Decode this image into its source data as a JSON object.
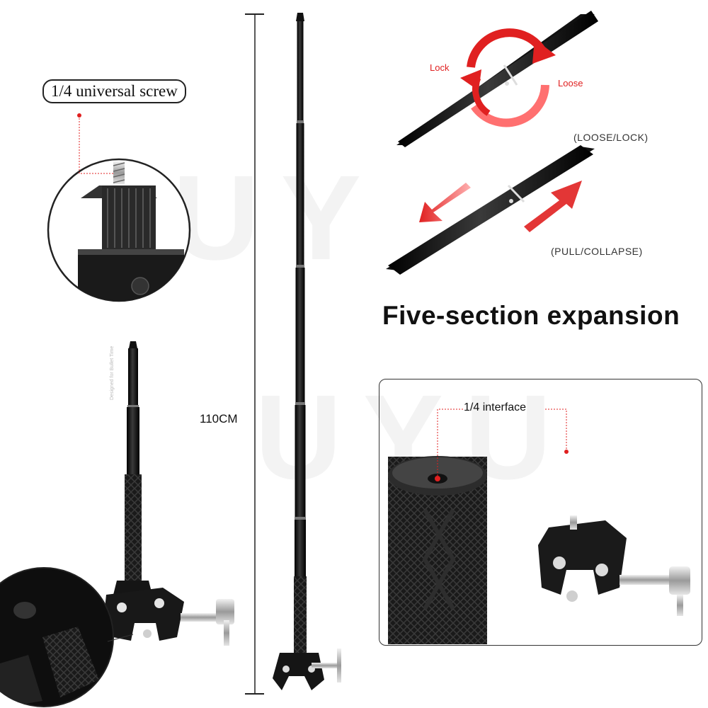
{
  "labels": {
    "screw": "1/4 universal screw",
    "lock": "Lock",
    "loose": "Loose",
    "loose_lock": "(LOOSE/LOCK)",
    "pull_collapse": "(PULL/COLLAPSE)",
    "headline": "Five-section expansion",
    "height": "110CM",
    "interface": "1/4 interface",
    "pole_print": "Designed for Bullet Time"
  },
  "watermark": {
    "top": "TUY",
    "middle": "UYU"
  },
  "colors": {
    "accent_red": "#e02020",
    "pole_black": "#111111",
    "metal": "#c8c8c8"
  }
}
